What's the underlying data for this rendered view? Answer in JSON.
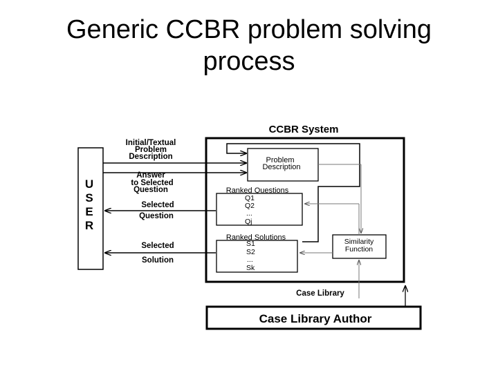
{
  "slide": {
    "title_line1": "Generic CCBR problem solving",
    "title_line2": "process"
  },
  "diagram": {
    "system_title": "CCBR System",
    "user_letters": [
      "U",
      "S",
      "E",
      "R"
    ],
    "left_labels": {
      "initial_1": "Initial/Textual",
      "initial_2": "Problem",
      "initial_3": "Description",
      "answer_1": "Answer",
      "answer_2": "to Selected",
      "answer_3": "Question",
      "selq_1": "Selected",
      "selq_2": "Question",
      "sels_1": "Selected",
      "sels_2": "Solution"
    },
    "problem_box": {
      "line1": "Problem",
      "line2": "Description"
    },
    "ranked_questions": {
      "label": "Ranked Questions",
      "items": [
        "Q1",
        "Q2",
        "...",
        "Qj"
      ]
    },
    "ranked_solutions": {
      "label": "Ranked Solutions",
      "items": [
        "S1",
        "S2",
        "...",
        "Sk"
      ]
    },
    "similarity": {
      "line1": "Similarity",
      "line2": "Function"
    },
    "case_library": "Case Library",
    "author": "Case Library Author"
  }
}
